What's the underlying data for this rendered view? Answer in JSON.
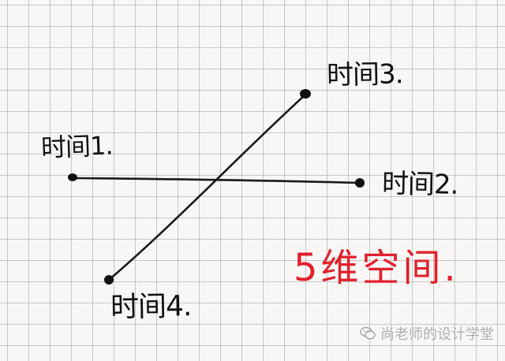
{
  "labels": {
    "time1": "时间1.",
    "time2": "时间2.",
    "time3": "时间3.",
    "time4": "时间4.",
    "five_d_space": "5维空间."
  },
  "watermark": {
    "text": "尚老师的设计学堂",
    "icon": "wechat-chat-icon"
  },
  "colors": {
    "ink": "#111111",
    "red_ink": "#e1202c",
    "paper": "#f8f7f5",
    "grid": "#8c8c8c"
  }
}
